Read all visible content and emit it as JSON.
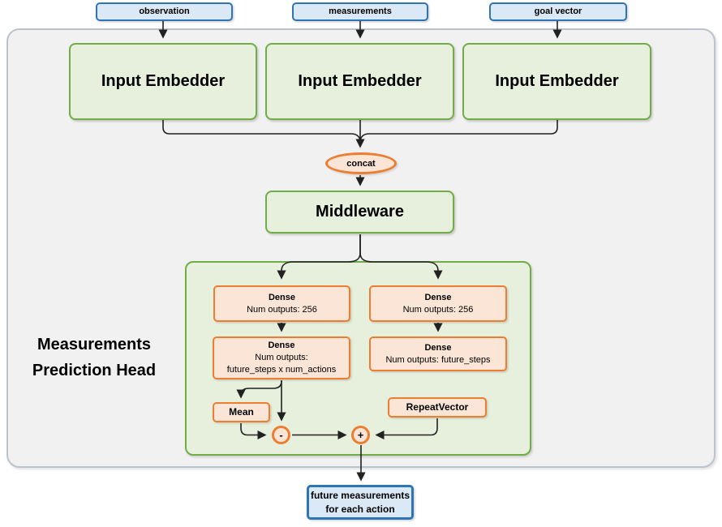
{
  "diagram": {
    "title": {
      "line1": "Measurements",
      "line2": "Prediction Head"
    },
    "inputs": [
      {
        "label": "observation"
      },
      {
        "label": "measurements"
      },
      {
        "label": "goal vector"
      }
    ],
    "embedders": [
      {
        "label": "Input Embedder"
      },
      {
        "label": "Input Embedder"
      },
      {
        "label": "Input Embedder"
      }
    ],
    "concat": {
      "label": "concat"
    },
    "middleware": {
      "label": "Middleware"
    },
    "head": {
      "dense_left_top": {
        "title": "Dense",
        "line2": "Num outputs: 256"
      },
      "dense_right_top": {
        "title": "Dense",
        "line2": "Num outputs: 256"
      },
      "dense_left_bottom": {
        "title": "Dense",
        "line2": "Num outputs:",
        "line3": "future_steps x num_actions"
      },
      "dense_right_bottom": {
        "title": "Dense",
        "line2": "Num outputs: future_steps"
      },
      "mean": {
        "label": "Mean"
      },
      "repeat_vector": {
        "label": "RepeatVector"
      },
      "subtract": {
        "label": "-"
      },
      "add": {
        "label": "+"
      }
    },
    "output": {
      "line1": "future measurements",
      "line2": "for each action"
    },
    "colors": {
      "green_border": "#70ad47",
      "green_fill": "#e7f0dd",
      "orange_border": "#ed7d31",
      "orange_fill": "#fbe5d6",
      "blue_border": "#2e75b6",
      "blue_fill": "#dbe9f7",
      "container_fill": "#f1f1f2",
      "container_border": "#bcc3cf",
      "arrow": "#212121"
    }
  }
}
